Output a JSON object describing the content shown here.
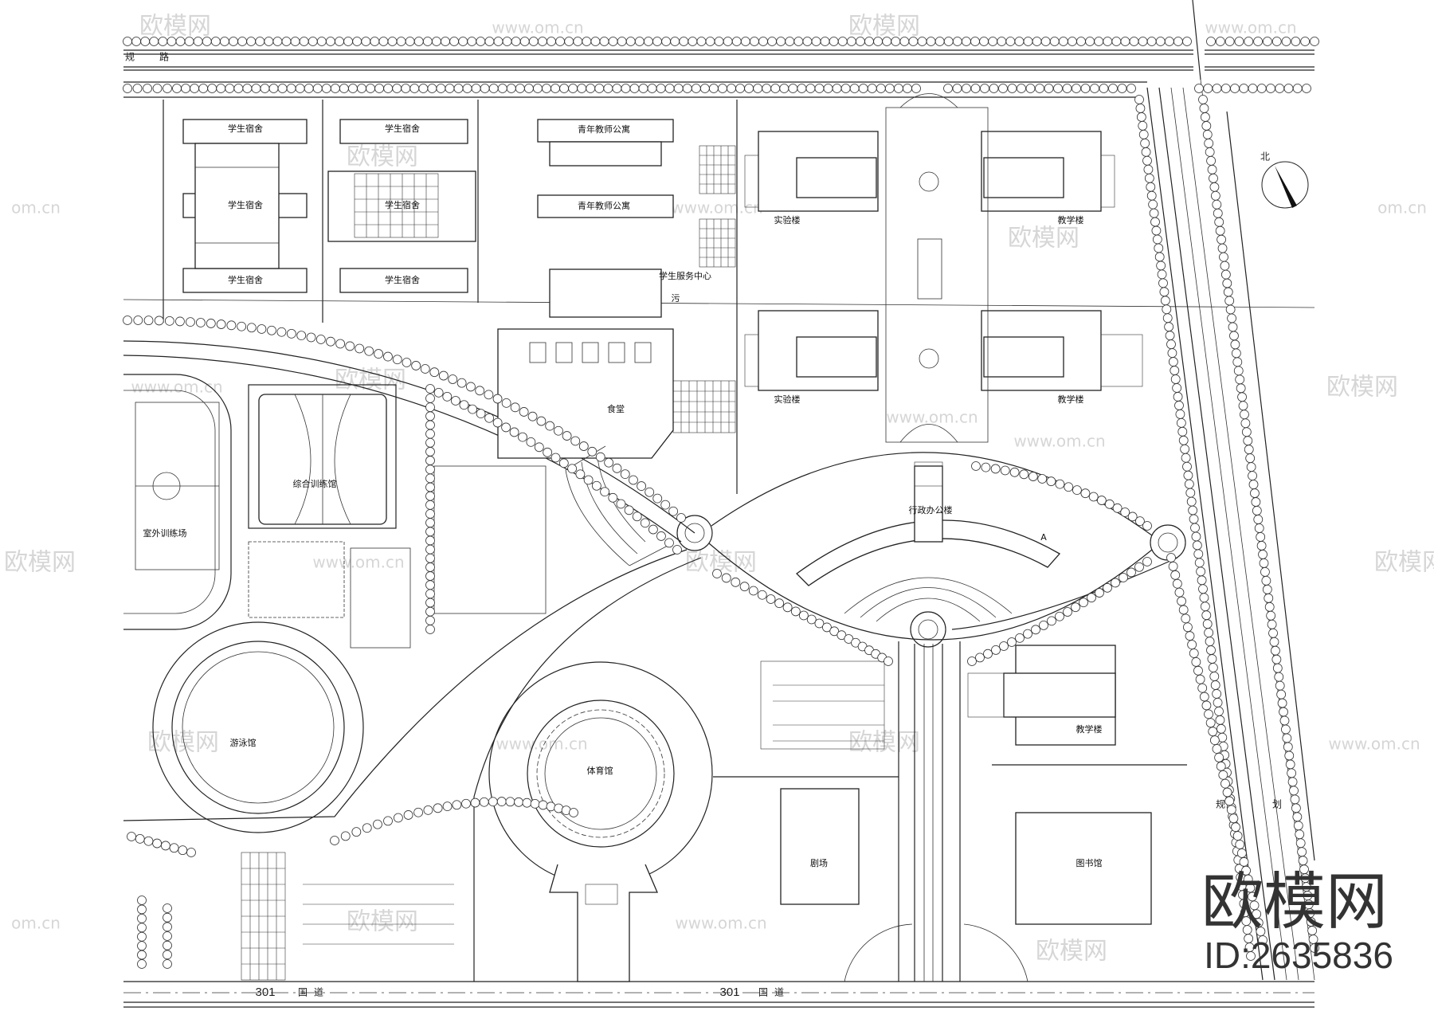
{
  "roads": {
    "top_road": [
      "规",
      "路"
    ],
    "bottom_road_number": "301",
    "bottom_road_name": "国",
    "bottom_road_suffix": "道",
    "right_road": [
      "规",
      "划"
    ]
  },
  "buildings": {
    "dorm": "学生宿舍",
    "teacher_apartment": "青年教师公寓",
    "student_service_center": "学生服务中心",
    "sewage_mark": "污",
    "canteen": "食堂",
    "lab_building": "实验楼",
    "teaching_building": "教学楼",
    "admin_building": "行政办公楼",
    "training_hall": "综合训练馆",
    "outdoor_field": "室外训练场",
    "natatorium": "游泳馆",
    "gymnasium": "体育馆",
    "theater": "剧场",
    "library": "图书馆",
    "mark_a": "A"
  },
  "north_arrow": {
    "label": "北"
  },
  "watermark": {
    "brand": "欧模网",
    "url": "www.om.cn",
    "url_short": "om.cn",
    "id": "ID:2635836"
  },
  "colors": {
    "line": "#222222",
    "watermark": "#d6d6d6",
    "background": "#ffffff"
  }
}
